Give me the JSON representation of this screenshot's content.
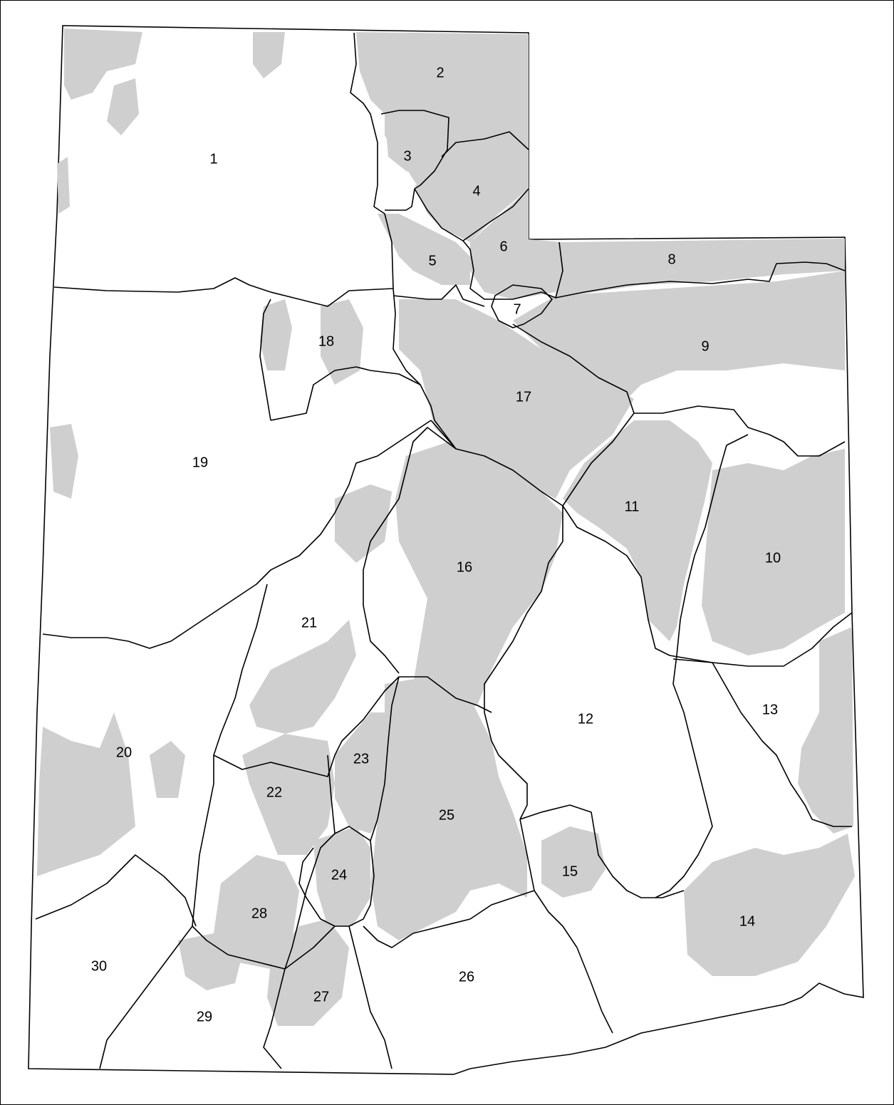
{
  "map": {
    "shade_color": "#cfcfcf",
    "border_color": "#000000",
    "region_labels": [
      {
        "id": "1",
        "text": "1"
      },
      {
        "id": "2",
        "text": "2"
      },
      {
        "id": "3",
        "text": "3"
      },
      {
        "id": "4",
        "text": "4"
      },
      {
        "id": "5",
        "text": "5"
      },
      {
        "id": "6",
        "text": "6"
      },
      {
        "id": "7",
        "text": "7"
      },
      {
        "id": "8",
        "text": "8"
      },
      {
        "id": "9",
        "text": "9"
      },
      {
        "id": "10",
        "text": "10"
      },
      {
        "id": "11",
        "text": "11"
      },
      {
        "id": "12",
        "text": "12"
      },
      {
        "id": "13",
        "text": "13"
      },
      {
        "id": "14",
        "text": "14"
      },
      {
        "id": "15",
        "text": "15"
      },
      {
        "id": "16",
        "text": "16"
      },
      {
        "id": "17",
        "text": "17"
      },
      {
        "id": "18",
        "text": "18"
      },
      {
        "id": "19",
        "text": "19"
      },
      {
        "id": "20",
        "text": "20"
      },
      {
        "id": "21",
        "text": "21"
      },
      {
        "id": "22",
        "text": "22"
      },
      {
        "id": "23",
        "text": "23"
      },
      {
        "id": "24",
        "text": "24"
      },
      {
        "id": "25",
        "text": "25"
      },
      {
        "id": "26",
        "text": "26"
      },
      {
        "id": "27",
        "text": "27"
      },
      {
        "id": "28",
        "text": "28"
      },
      {
        "id": "29",
        "text": "29"
      },
      {
        "id": "30",
        "text": "30"
      }
    ]
  }
}
